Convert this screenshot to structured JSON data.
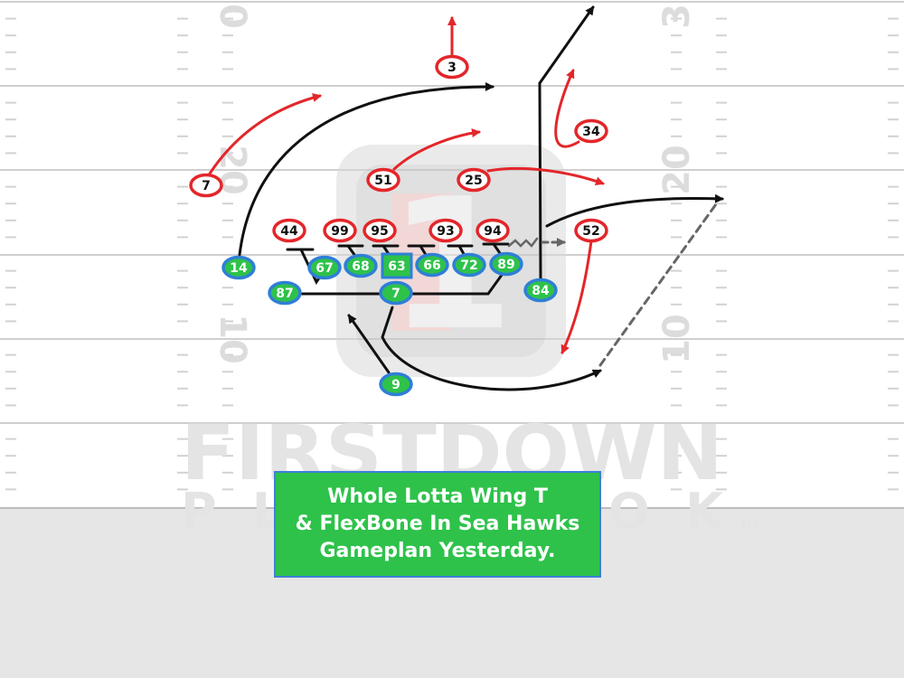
{
  "field": {
    "yard_numbers": {
      "top_left": "0",
      "top_right": "3",
      "upper_left": "20",
      "upper_right": "20",
      "lower_left": "10",
      "lower_right": "10"
    }
  },
  "watermark": {
    "line1": "FIRSTDOWN",
    "line2": "PLAYBOOK",
    "trademark": "TM",
    "logo_digit": "1"
  },
  "colors": {
    "defense_ring": "#e3262a",
    "offense_fill": "#2ec24a",
    "offense_ring": "#2f7fd6",
    "route_black": "#111111",
    "route_red": "#e3262a",
    "caption_bg": "#2ec24a"
  },
  "defense": [
    "3",
    "34",
    "7",
    "51",
    "25",
    "44",
    "99",
    "95",
    "93",
    "94",
    "52"
  ],
  "offense": [
    "14",
    "67",
    "68",
    "63",
    "66",
    "72",
    "89",
    "87",
    "7",
    "84",
    "9"
  ],
  "caption": {
    "line1": "Whole Lotta Wing T",
    "line2": "& FlexBone In Sea Hawks",
    "line3": "Gameplan Yesterday."
  }
}
